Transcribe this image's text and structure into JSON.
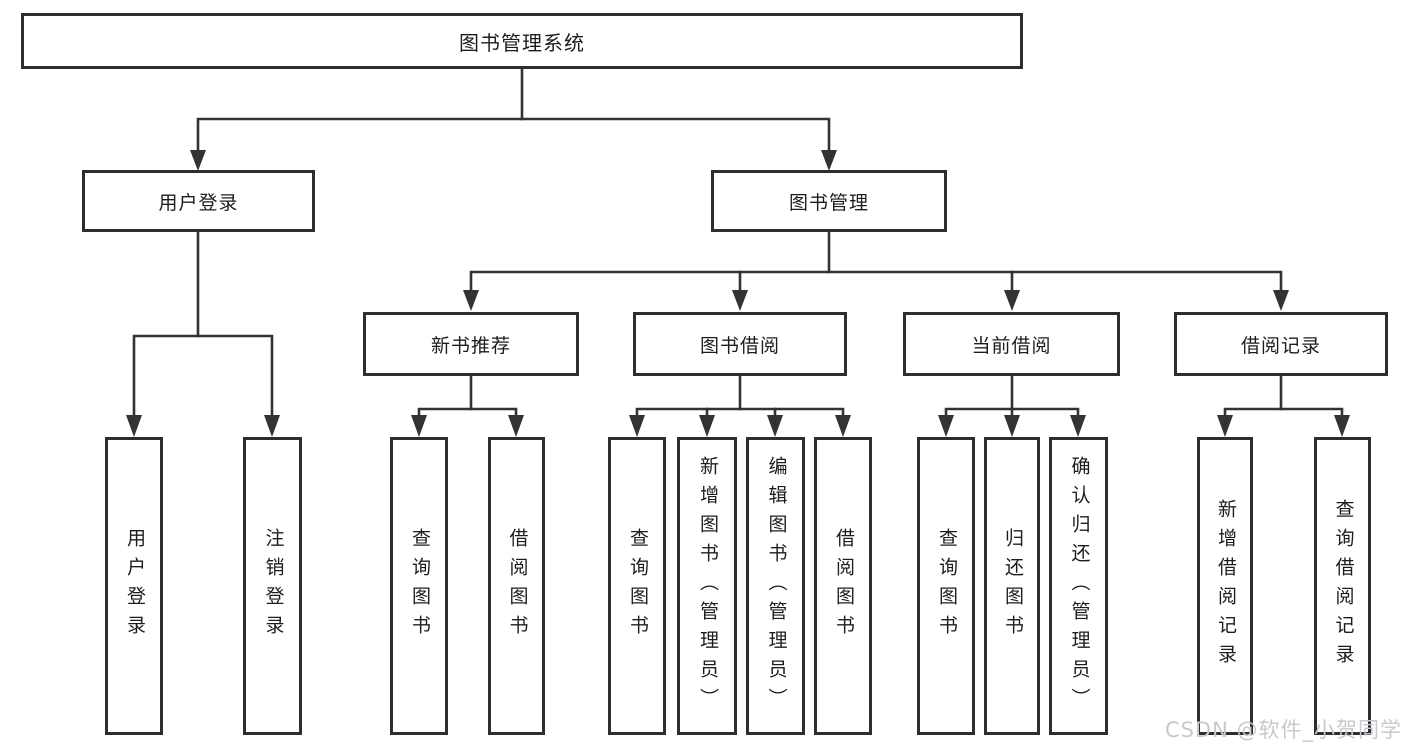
{
  "nodes": {
    "root": {
      "id": "library-system",
      "label": "图书管理系统"
    },
    "level2": [
      {
        "id": "user-login",
        "label": "用户登录",
        "parent": "library-system"
      },
      {
        "id": "book-management",
        "label": "图书管理",
        "parent": "library-system"
      }
    ],
    "level3": [
      {
        "id": "new-book-recommendation",
        "label": "新书推荐",
        "parent": "book-management"
      },
      {
        "id": "book-borrowing",
        "label": "图书借阅",
        "parent": "book-management"
      },
      {
        "id": "current-borrowing",
        "label": "当前借阅",
        "parent": "book-management"
      },
      {
        "id": "borrowing-records",
        "label": "借阅记录",
        "parent": "book-management"
      }
    ],
    "leaves": [
      {
        "id": "leaf-user-login",
        "label": "用户登录",
        "parent": "user-login"
      },
      {
        "id": "leaf-logout",
        "label": "注销登录",
        "parent": "user-login"
      },
      {
        "id": "leaf-query-books-1",
        "label": "查询图书",
        "parent": "new-book-recommendation"
      },
      {
        "id": "leaf-borrow-books-1",
        "label": "借阅图书",
        "parent": "new-book-recommendation"
      },
      {
        "id": "leaf-query-books-2",
        "label": "查询图书",
        "parent": "book-borrowing"
      },
      {
        "id": "leaf-add-book-admin",
        "label": "新增图书（管理员）",
        "parent": "book-borrowing"
      },
      {
        "id": "leaf-edit-book-admin",
        "label": "编辑图书（管理员）",
        "parent": "book-borrowing"
      },
      {
        "id": "leaf-borrow-books-2",
        "label": "借阅图书",
        "parent": "book-borrowing"
      },
      {
        "id": "leaf-query-books-3",
        "label": "查询图书",
        "parent": "current-borrowing"
      },
      {
        "id": "leaf-return-book",
        "label": "归还图书",
        "parent": "current-borrowing"
      },
      {
        "id": "leaf-confirm-return-admin",
        "label": "确认归还（管理员）",
        "parent": "current-borrowing"
      },
      {
        "id": "leaf-add-borrow-record",
        "label": "新增借阅记录",
        "parent": "borrowing-records"
      },
      {
        "id": "leaf-query-borrow-record",
        "label": "查询借阅记录",
        "parent": "borrowing-records"
      }
    ]
  },
  "watermark": {
    "text": "CSDN @软件_小贺同学"
  },
  "colors": {
    "background": "#ffffff",
    "line": "#333336",
    "box_border": "#2e2e30",
    "box_fill": "#ffffff",
    "text": "#1d1d1f",
    "watermark": "#c8c8ce"
  }
}
